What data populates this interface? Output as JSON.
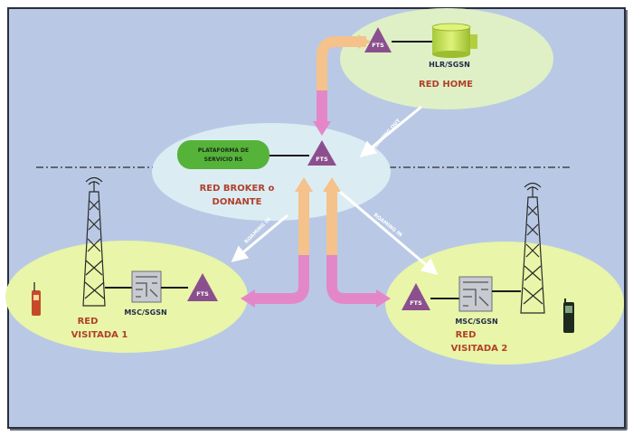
{
  "colors": {
    "background": "#b9c9e5",
    "frame_border": "#2b2f3a",
    "ellipse_yellow_green": "#e9f5a8",
    "ellipse_light_green": "#dff0c6",
    "ellipse_light_blue": "#dcecf3",
    "triangle_purple": "#8b4f8e",
    "pink_arrow": "#e487c9",
    "peach_arrow": "#f4c28a",
    "label_dark": "#1f2a4a",
    "label_red": "#b0402a",
    "platform_green": "#55b33a"
  },
  "nodes": {
    "home_network": {
      "label": "RED HOME",
      "hlr_label": "HLR/SGSN",
      "fts_label": "FTS"
    },
    "broker_network": {
      "label_line1": "RED BROKER o",
      "label_line2": "DONANTE",
      "platform_line1": "PLATAFORMA DE",
      "platform_line2": "SERVICIO RS",
      "fts_label": "FTS"
    },
    "visited_1": {
      "label_line1": "RED",
      "label_line2": "VISITADA 1",
      "msc_label": "MSC/SGSN",
      "fts_label": "FTS"
    },
    "visited_2": {
      "label_line1": "RED",
      "label_line2": "VISITADA 2",
      "msc_label": "MSC/SGSN",
      "fts_label": "FTS"
    }
  },
  "links": {
    "roaming_out": "ROAMING OUT",
    "roaming_in_left": "ROAMING IN",
    "roaming_in_right": "ROAMING IN"
  },
  "icons": [
    "antenna-tower-icon",
    "msc-switch-icon",
    "mobile-phone-icon",
    "database-icon",
    "fts-triangle-icon"
  ]
}
